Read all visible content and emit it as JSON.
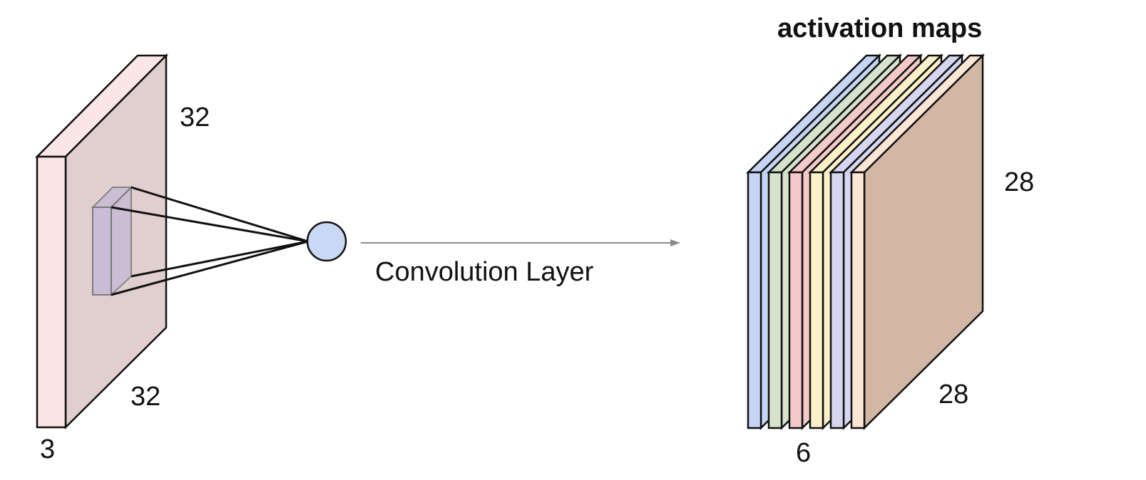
{
  "input_volume": {
    "width_label": "32",
    "height_label": "32",
    "depth_label": "3",
    "front_color": "#fae4e4",
    "side_color": "#e1cfcf",
    "top_color": "#fbe6e6",
    "filter_color": "#c8bcd6"
  },
  "neuron": {
    "fill": "#c9d8f5"
  },
  "arrow": {
    "label": "Convolution Layer",
    "color": "#8a8a8a"
  },
  "output": {
    "title": "activation maps",
    "height_label": "28",
    "width_label": "28",
    "depth_label": "6",
    "map_colors": [
      "#c5d5f4",
      "#d5e3cc",
      "#f4c9c9",
      "#fbf0c8",
      "#d6d6f0",
      "#fde6d4"
    ],
    "back_face_color": "#d2b7a5"
  }
}
